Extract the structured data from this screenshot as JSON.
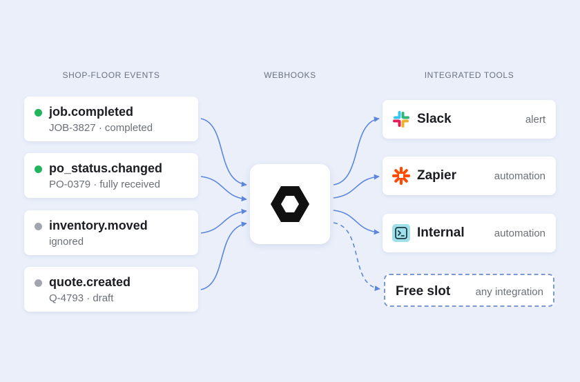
{
  "columns": {
    "events": "SHOP-FLOOR EVENTS",
    "webhooks": "WEBHOOKS",
    "tools": "INTEGRATED TOOLS"
  },
  "events": [
    {
      "title": "job.completed",
      "subtitle": "JOB-3827 · completed",
      "status": "active",
      "dot_color": "#22b55c"
    },
    {
      "title": "po_status.changed",
      "subtitle": "PO-0379 · fully received",
      "status": "active",
      "dot_color": "#22b55c"
    },
    {
      "title": "inventory.moved",
      "subtitle": "ignored",
      "status": "inactive",
      "dot_color": "#a3a6ae"
    },
    {
      "title": "quote.created",
      "subtitle": "Q-4793 · draft",
      "status": "inactive",
      "dot_color": "#a3a6ae"
    }
  ],
  "hub": {
    "icon": "hexagon-logo-icon"
  },
  "tools": [
    {
      "name": "Slack",
      "tag": "alert",
      "icon": "slack-icon"
    },
    {
      "name": "Zapier",
      "tag": "automation",
      "icon": "zapier-icon"
    },
    {
      "name": "Internal",
      "tag": "automation",
      "icon": "terminal-icon"
    }
  ],
  "free_slot": {
    "name": "Free slot",
    "tag": "any integration"
  },
  "colors": {
    "background": "#eaeffa",
    "connector": "#5b86dc",
    "active_dot": "#22b55c",
    "inactive_dot": "#a3a6ae",
    "zapier": "#ff4a00",
    "internal_bg": "#9fe0ea"
  }
}
